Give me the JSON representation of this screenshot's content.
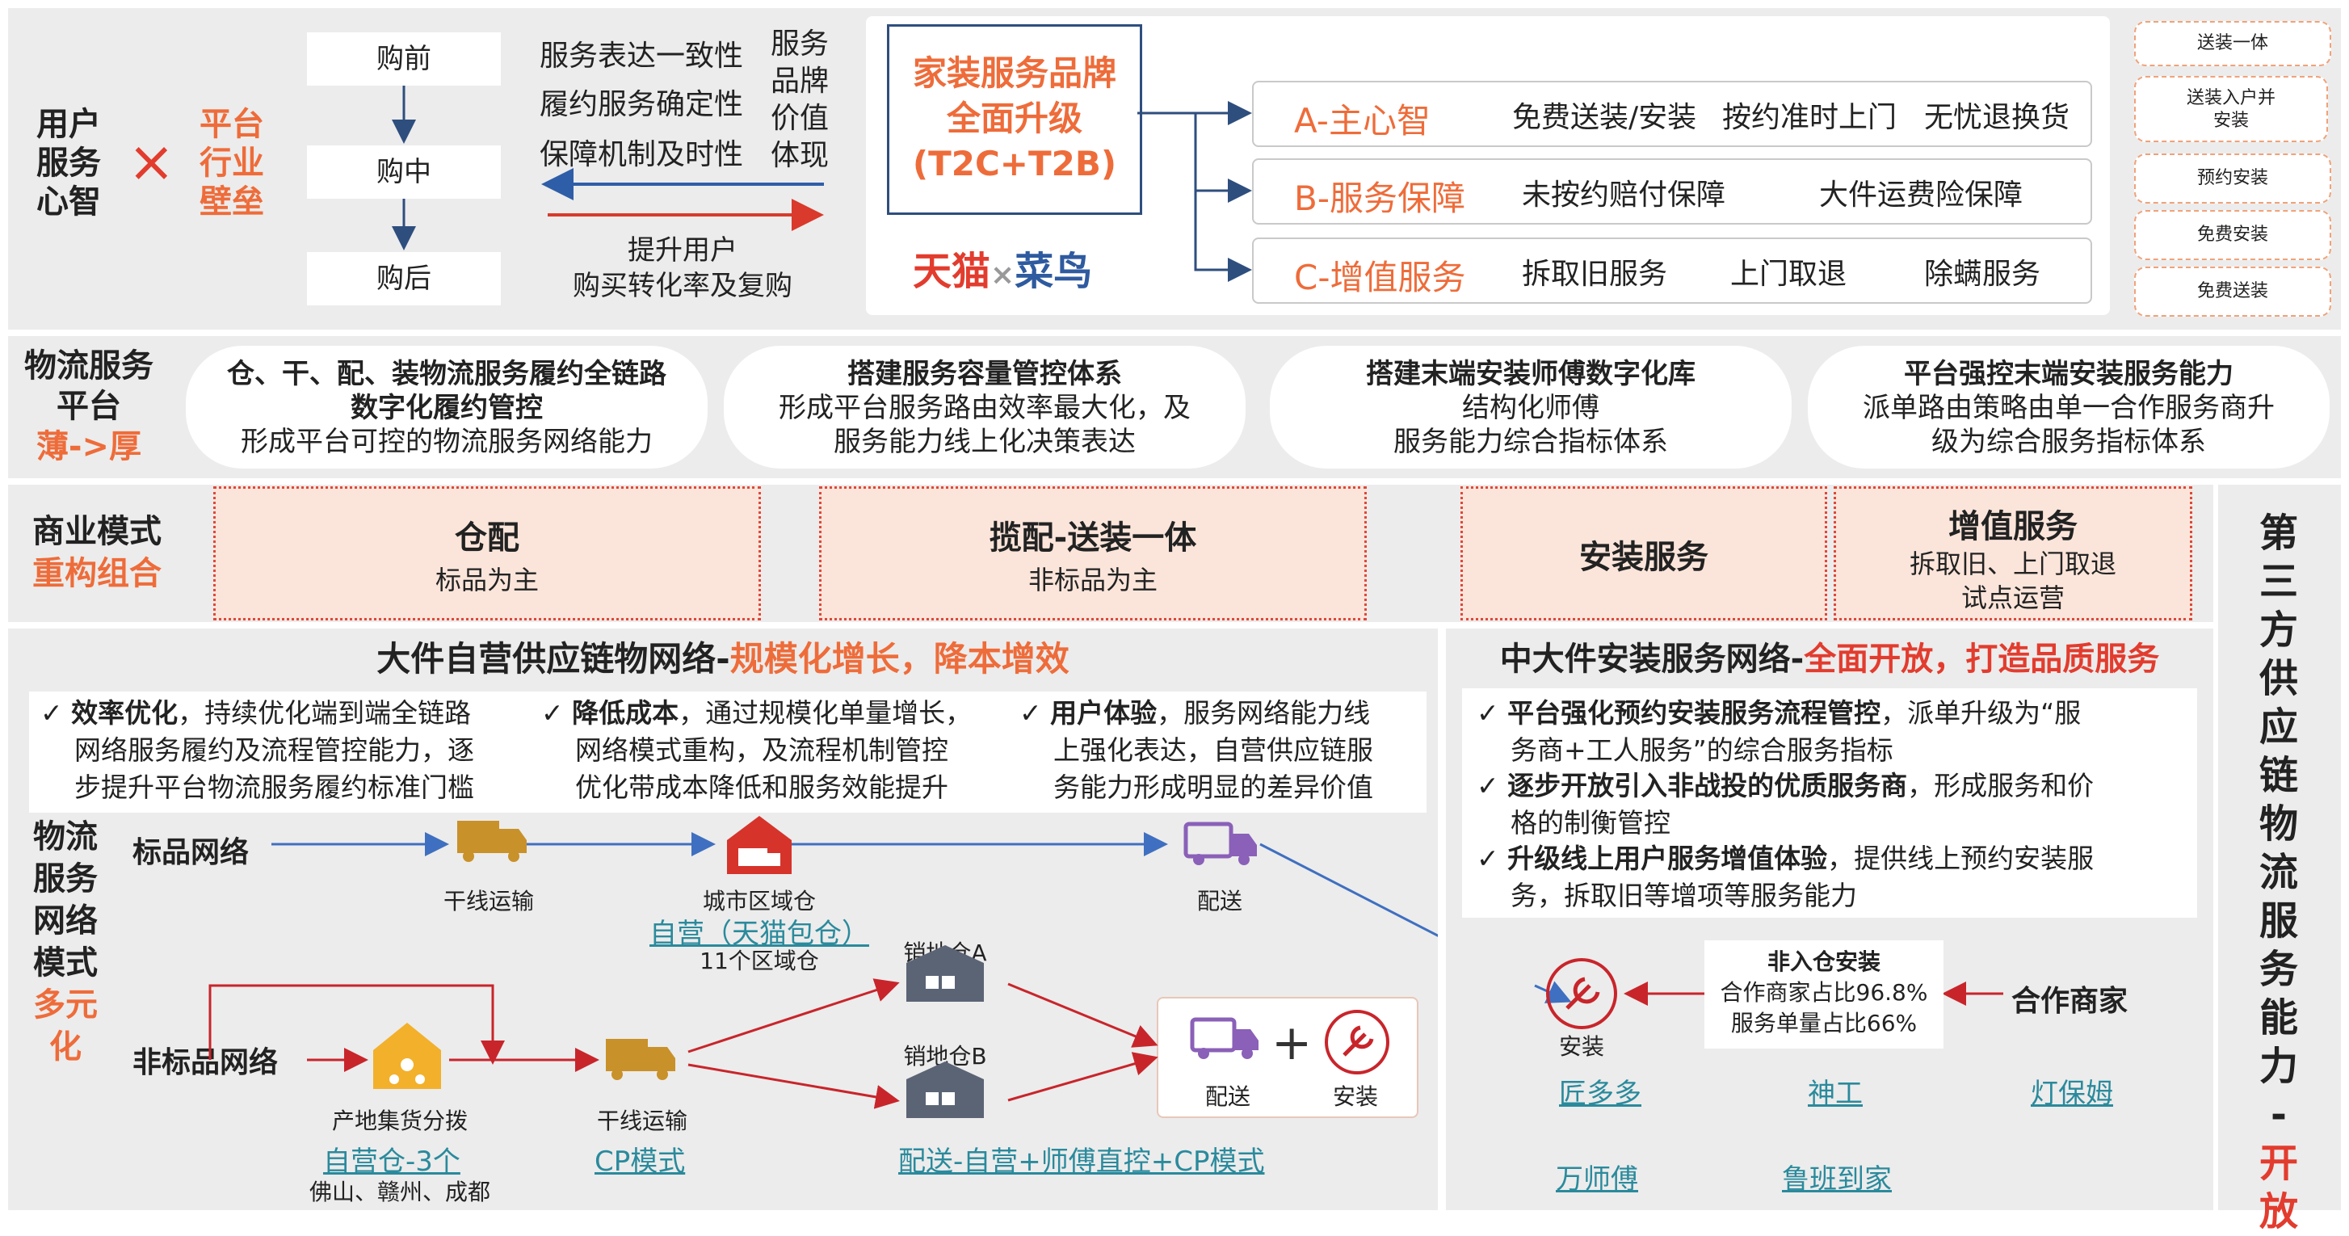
{
  "colors": {
    "accent_orange": "#ee6c3a",
    "red": "#e23c2e",
    "blue": "#2e5a9f",
    "gold": "#c9912a",
    "peach": "#fbe5da",
    "teal_link": "#2a8a9c"
  },
  "section1": {
    "left_title": [
      "用户",
      "服务",
      "心智"
    ],
    "times": "×",
    "right_title": [
      "平台",
      "行业",
      "壁垒"
    ],
    "stages": [
      "购前",
      "购中",
      "购后"
    ],
    "features": [
      "服务表达一致性",
      "履约服务确定性",
      "保障机制及时性"
    ],
    "value_label": [
      "服务",
      "品牌",
      "价值",
      "体现"
    ],
    "bottom_note": [
      "提升用户",
      "购买转化率及复购"
    ],
    "brand_box": [
      "家装服务品牌",
      "全面升级",
      "(T2C+T2B)"
    ],
    "tmall": "天猫",
    "x_mark": "×",
    "cainiao": "菜鸟",
    "rows": [
      {
        "head": "A-主心智",
        "items": [
          "免费送装/安装",
          "按约准时上门",
          "无忧退换货"
        ]
      },
      {
        "head": "B-服务保障",
        "items": [
          "未按约赔付保障",
          "大件运费险保障"
        ]
      },
      {
        "head": "C-增值服务",
        "items": [
          "拆取旧服务",
          "上门取退",
          "除螨服务"
        ]
      }
    ],
    "badges": [
      "送装一体",
      "送装入户并安装",
      "预约安装",
      "免费安装",
      "免费送装"
    ]
  },
  "section2": {
    "label": [
      "物流服务",
      "平台"
    ],
    "label_accent": "薄->厚",
    "pills": [
      {
        "title": [
          "仓、干、配、装物流服务履约全链路",
          "数字化履约管控"
        ],
        "sub": [
          "形成平台可控的物流服务网络能力"
        ]
      },
      {
        "title": [
          "搭建服务容量管控体系"
        ],
        "sub": [
          "形成平台服务路由效率最大化，及",
          "服务能力线上化决策表达"
        ]
      },
      {
        "title": [
          "搭建末端安装师傅数字化库"
        ],
        "sub": [
          "结构化师傅",
          "服务能力综合指标体系"
        ]
      },
      {
        "title": [
          "平台强控末端安装服务能力"
        ],
        "sub": [
          "派单路由策略由单一合作服务商升",
          "级为综合服务指标体系"
        ]
      }
    ]
  },
  "section3": {
    "label": "商业模式",
    "label_accent": "重构组合",
    "boxes": [
      {
        "title": "仓配",
        "sub": [
          "标品为主"
        ]
      },
      {
        "title": "揽配-送装一体",
        "sub": [
          "非标品为主"
        ]
      },
      {
        "title": "安装服务",
        "sub": []
      },
      {
        "title": "增值服务",
        "sub": [
          "拆取旧、上门取退",
          "试点运营"
        ]
      }
    ]
  },
  "vertical_label": {
    "chars": [
      "第",
      "三",
      "方",
      "供",
      "应",
      "链",
      "物",
      "流",
      "服",
      "务",
      "能",
      "力"
    ],
    "dash": "-",
    "accent": [
      "开",
      "放"
    ]
  },
  "section4": {
    "title_main": "大件自营供应链物网络-",
    "title_accent": "规模化增长，降本增效",
    "features": [
      {
        "head": "效率优化",
        "lines": [
          "，持续优化端到端全链路",
          "网络服务履约及流程管控能力，逐",
          "步提升平台物流服务履约标准门槛"
        ]
      },
      {
        "head": "降低成本",
        "lines": [
          "，通过规模化单量增长，",
          "网络模式重构，及流程机制管控",
          "优化带成本降低和服务效能提升"
        ]
      },
      {
        "head": "用户体验",
        "lines": [
          "，服务网络能力线",
          "上强化表达，自营供应链服",
          "务能力形成明显的差异价值"
        ]
      }
    ],
    "check": "✓",
    "network_label": [
      "物流",
      "服务",
      "网络",
      "模式"
    ],
    "network_accent": [
      "多元",
      "化"
    ],
    "standard_label": "标品网络",
    "nonstandard_label": "非标品网络",
    "nodes": {
      "truck1": "干线运输",
      "city_wh": "城市区域仓",
      "city_wh_link": "自营（天猫包仓）",
      "city_wh_count": "11个区域仓",
      "deliver1": "配送",
      "origin": "产地集货分拨",
      "origin_link": "自营仓-3个",
      "origin_cities": "佛山、赣州、成都",
      "truck2": "干线运输",
      "truck2_link": "CP模式",
      "wh_a": "销地仓A",
      "wh_b": "销地仓B",
      "wh_link": "配送-自营+师傅直控+CP模式",
      "deliver2": "配送",
      "install2": "安装",
      "plus": "+"
    }
  },
  "section5": {
    "title_main": "中大件安装服务网络-",
    "title_accent": "全面开放，打造品质服务",
    "features": [
      {
        "head": "平台强化预约安装服务流程管控",
        "lines": [
          "，派单升级为“服",
          "务商+工人服务”的综合服务指标"
        ]
      },
      {
        "head": "逐步开放引入非战投的优质服务商",
        "lines": [
          "，形成服务和价",
          "格的制衡管控"
        ]
      },
      {
        "head": "升级线上用户服务增值体验",
        "lines": [
          "，提供线上预约安装服",
          "务，拆取旧等增项等服务能力"
        ]
      }
    ],
    "install": "安装",
    "stat_title": "非入仓安装",
    "stat_lines": [
      "合作商家占比96.8%",
      "服务单量占比66%"
    ],
    "partner": "合作商家",
    "links": [
      "匠多多",
      "神工",
      "灯保姆",
      "万师傅",
      "鲁班到家"
    ]
  }
}
